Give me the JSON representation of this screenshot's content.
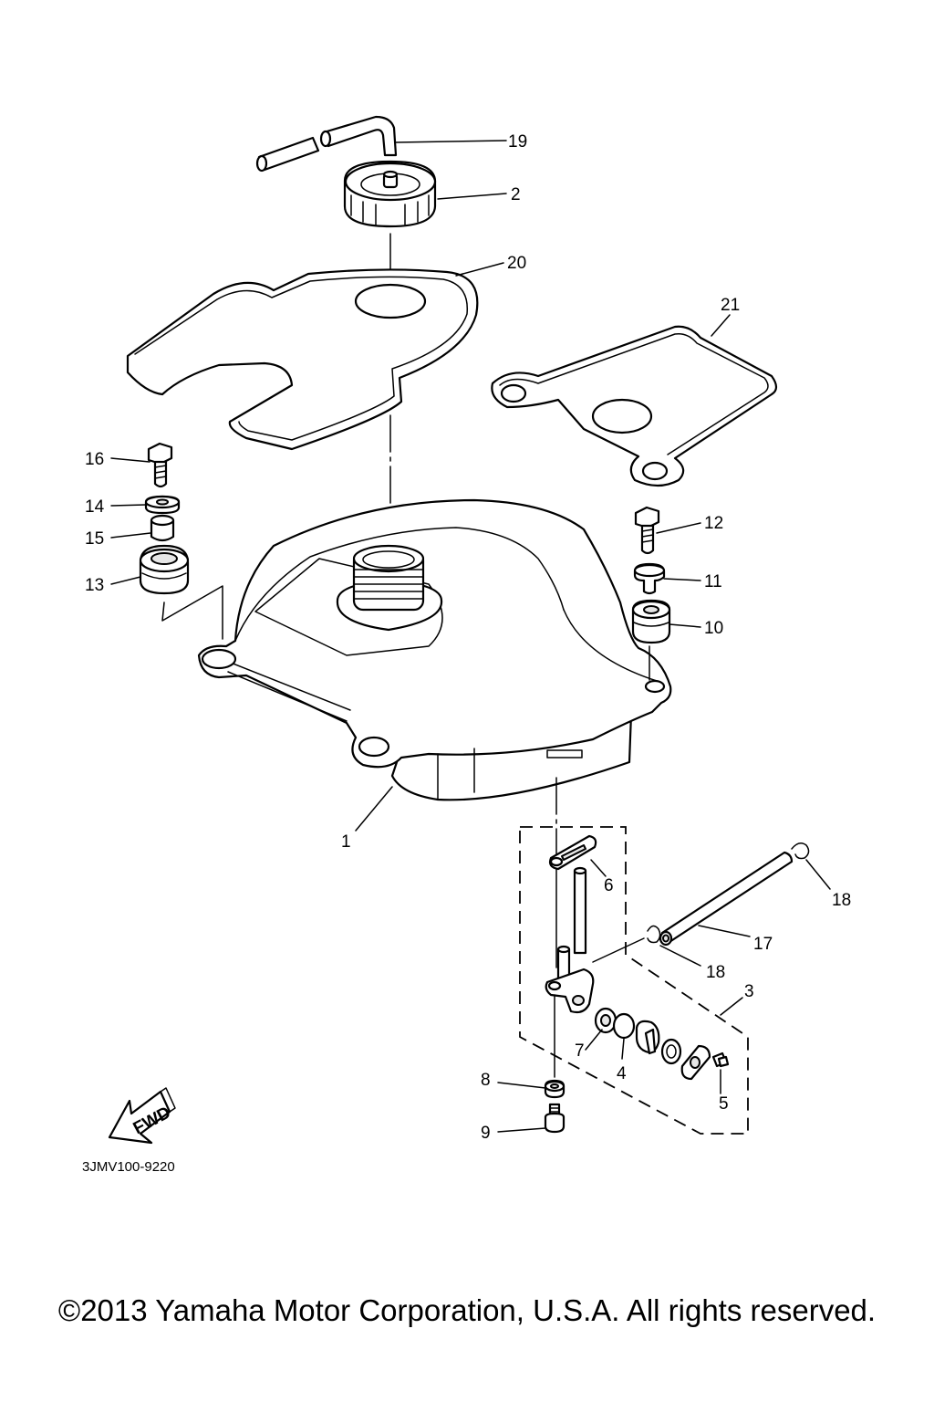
{
  "diagram_code": "3JMV100-9220",
  "copyright": "©2013 Yamaha Motor Corporation, U.S.A. All rights reserved.",
  "labels": {
    "fwd": "FWD"
  },
  "callouts": {
    "c1": "1",
    "c2": "2",
    "c3": "3",
    "c4": "4",
    "c5": "5",
    "c6": "6",
    "c7": "7",
    "c8": "8",
    "c9": "9",
    "c10": "10",
    "c11": "11",
    "c12": "12",
    "c13": "13",
    "c14": "14",
    "c15": "15",
    "c16": "16",
    "c17": "17",
    "c18a": "18",
    "c18b": "18",
    "c19": "19",
    "c20": "20",
    "c21": "21"
  },
  "colors": {
    "line": "#000000",
    "background": "#ffffff",
    "fill_shade": "#e6e6e6"
  }
}
